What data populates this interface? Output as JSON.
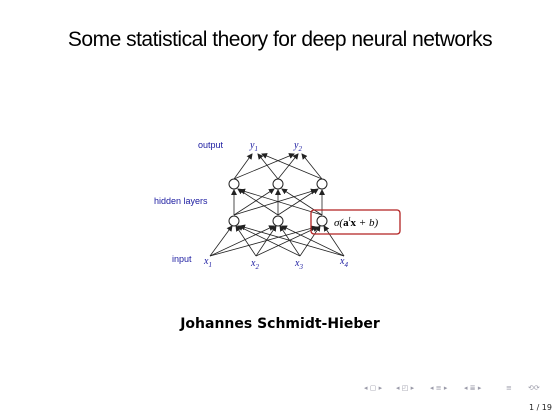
{
  "slide": {
    "title": "Some statistical theory for deep neural networks",
    "author": "Johannes Schmidt-Hieber",
    "page_number": "1 / 19"
  },
  "diagram": {
    "layer_labels": {
      "output": "output",
      "hidden": "hidden layers",
      "input": "input"
    },
    "output_vars": [
      "y",
      "y"
    ],
    "output_subs": [
      "1",
      "2"
    ],
    "input_vars": [
      "x",
      "x",
      "x",
      "x"
    ],
    "input_subs": [
      "1",
      "2",
      "3",
      "4"
    ],
    "formula": {
      "sigma": "σ(",
      "a": "a",
      "t": "t",
      "x": "x",
      "plus_b": " + b)"
    },
    "highlight_color": "#b22222",
    "label_color": "#1a1aa0"
  },
  "nav": {
    "icons": [
      "nav-first-icon",
      "nav-prev-icon",
      "nav-section-icon",
      "nav-subsection-icon",
      "nav-align-icon",
      "nav-search-icon"
    ],
    "glyphs": [
      "◂ ▢ ▸",
      "◂ ◰ ▸",
      "◂ ≡ ▸",
      "◂ ≣ ▸",
      "≡",
      "⟲⟳"
    ]
  }
}
